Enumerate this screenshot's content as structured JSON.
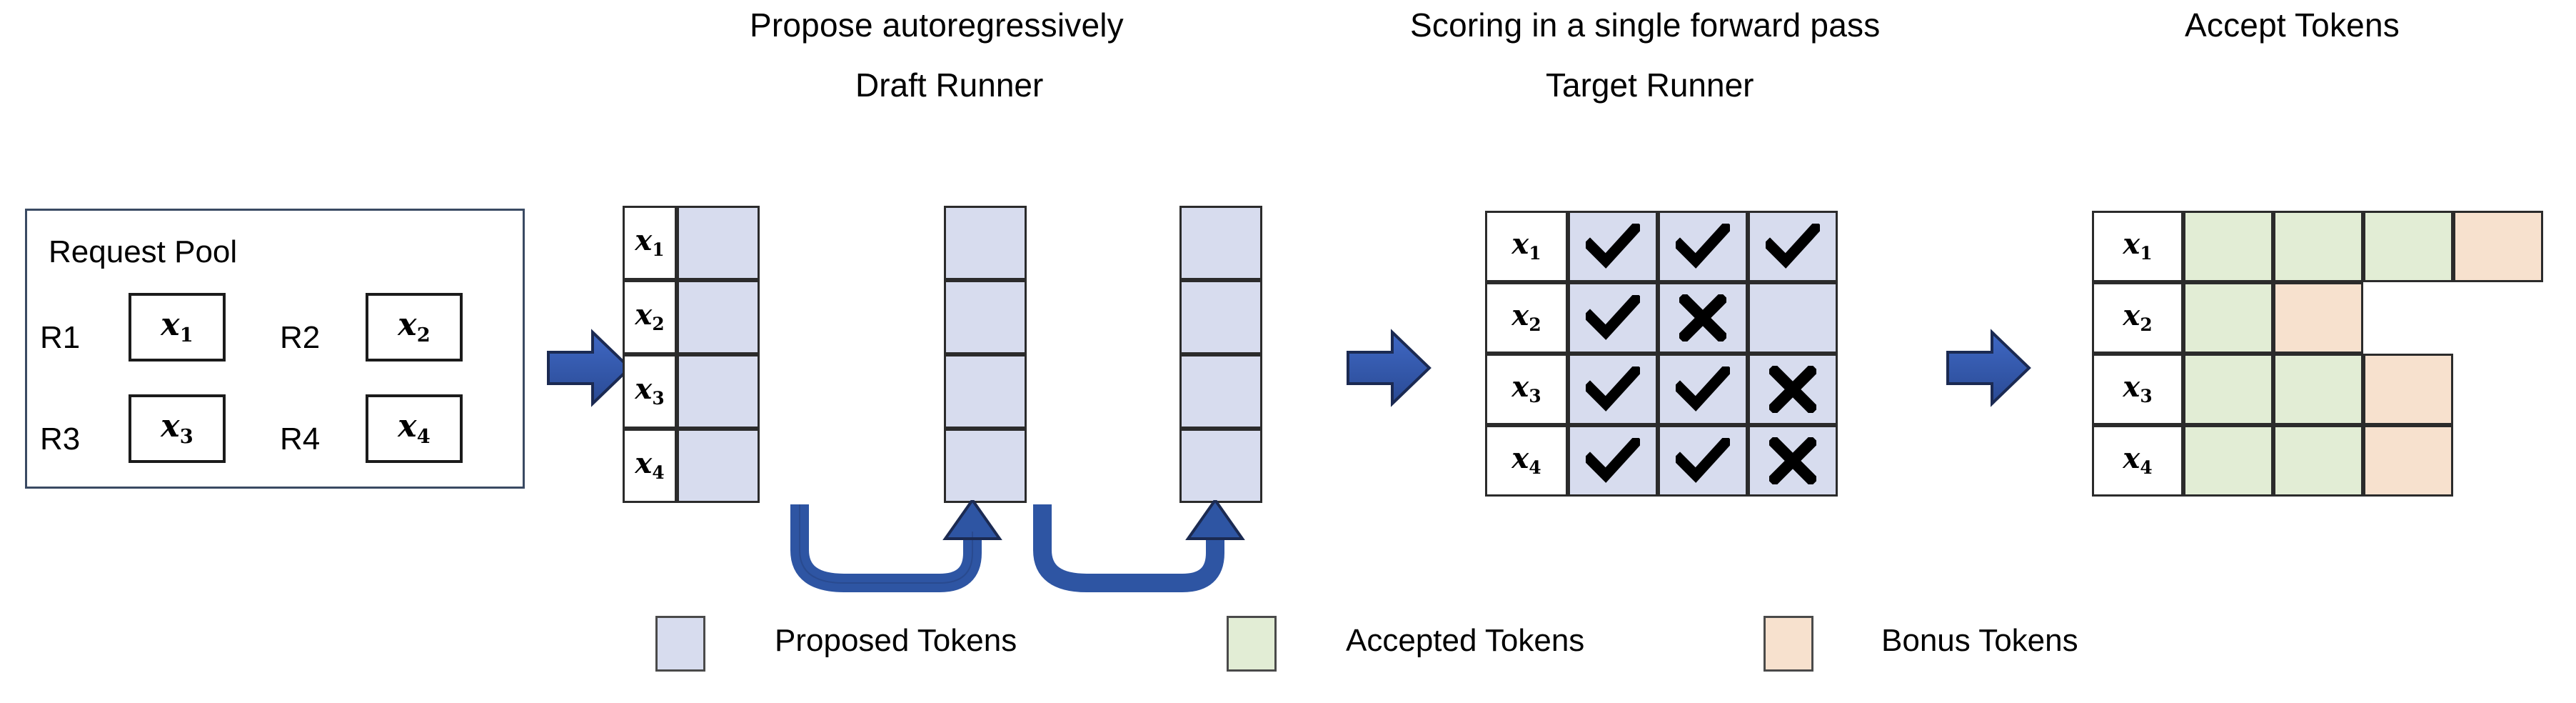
{
  "headings": {
    "propose": "Propose autoregressively",
    "draft_runner": "Draft Runner",
    "scoring": "Scoring in a single forward pass",
    "target_runner": "Target Runner",
    "accept": "Accept Tokens"
  },
  "request_pool": {
    "title": "Request Pool",
    "requests": [
      {
        "label": "R1",
        "token": "x",
        "sub": "1"
      },
      {
        "label": "R2",
        "token": "x",
        "sub": "2"
      },
      {
        "label": "R3",
        "token": "x",
        "sub": "3"
      },
      {
        "label": "R4",
        "token": "x",
        "sub": "4"
      }
    ]
  },
  "draft_runner": {
    "row_labels": [
      {
        "token": "x",
        "sub": "1"
      },
      {
        "token": "x",
        "sub": "2"
      },
      {
        "token": "x",
        "sub": "3"
      },
      {
        "token": "x",
        "sub": "4"
      }
    ],
    "steps": 3,
    "cells": [
      [
        "proposed",
        "proposed",
        "proposed"
      ],
      [
        "proposed",
        "proposed",
        "proposed"
      ],
      [
        "proposed",
        "proposed",
        "proposed"
      ],
      [
        "proposed",
        "proposed",
        "proposed"
      ]
    ],
    "loop_arrows": 2
  },
  "target_runner": {
    "row_labels": [
      {
        "token": "x",
        "sub": "1"
      },
      {
        "token": "x",
        "sub": "2"
      },
      {
        "token": "x",
        "sub": "3"
      },
      {
        "token": "x",
        "sub": "4"
      }
    ],
    "marks": [
      [
        "check",
        "check",
        "check"
      ],
      [
        "check",
        "cross",
        "none"
      ],
      [
        "check",
        "check",
        "cross"
      ],
      [
        "check",
        "check",
        "cross"
      ]
    ]
  },
  "accept_tokens": {
    "row_labels": [
      {
        "token": "x",
        "sub": "1"
      },
      {
        "token": "x",
        "sub": "2"
      },
      {
        "token": "x",
        "sub": "3"
      },
      {
        "token": "x",
        "sub": "4"
      }
    ],
    "rows": [
      [
        "accepted",
        "accepted",
        "accepted",
        "bonus"
      ],
      [
        "accepted",
        "bonus"
      ],
      [
        "accepted",
        "accepted",
        "bonus"
      ],
      [
        "accepted",
        "accepted",
        "bonus"
      ]
    ]
  },
  "legend": [
    {
      "swatch": "proposed",
      "label": "Proposed Tokens",
      "color": "#d7dcee"
    },
    {
      "swatch": "accepted",
      "label": "Accepted Tokens",
      "color": "#e2edd5"
    },
    {
      "swatch": "bonus",
      "label": "Bonus Tokens",
      "color": "#f7e1ce"
    }
  ],
  "colors": {
    "proposed": "#d7dcee",
    "accepted": "#e2edd5",
    "bonus": "#f7e1ce",
    "arrow_blue": "#2e55a3",
    "outline": "#2b2b2b",
    "background": "#ffffff"
  },
  "arrows": {
    "stage_arrow_count": 3,
    "icon": "right-block-arrow"
  }
}
